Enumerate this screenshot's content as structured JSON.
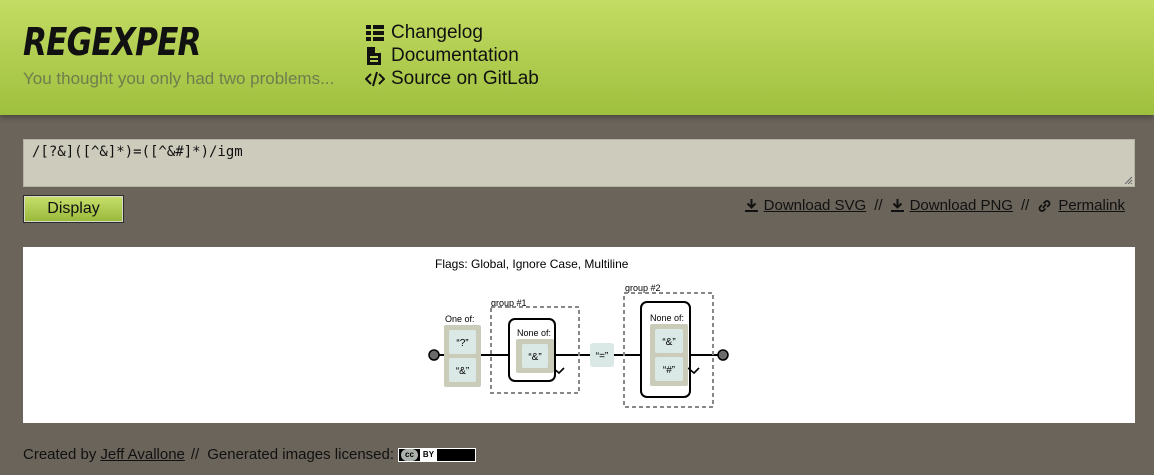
{
  "header": {
    "logo": "REGEXPER",
    "tagline": "You thought you only had two problems...",
    "nav": [
      {
        "label": "Changelog",
        "icon": "list-icon"
      },
      {
        "label": "Documentation",
        "icon": "document-icon"
      },
      {
        "label": "Source on GitLab",
        "icon": "code-icon"
      }
    ]
  },
  "input": {
    "value": "/[?&]([^&]*)=([^&#]*)/igm"
  },
  "toolbar": {
    "display_label": "Display",
    "download_svg": "Download SVG",
    "download_png": "Download PNG",
    "permalink": "Permalink",
    "separator": "//"
  },
  "diagram": {
    "flags": "Flags: Global, Ignore Case, Multiline",
    "one_of_label": "One of:",
    "one_of_items": [
      "“?”",
      "“&”"
    ],
    "group1_label": "group #1",
    "group1_none_of": "None of:",
    "group1_items": [
      "“&”"
    ],
    "literal": "“=”",
    "group2_label": "group #2",
    "group2_none_of": "None of:",
    "group2_items": [
      "“&”",
      "“#”"
    ]
  },
  "footer": {
    "created_by": "Created by",
    "author": "Jeff Avallone",
    "separator": "//",
    "license_text": "Generated images licensed:",
    "badge_cc": "cc",
    "badge_by": "BY"
  },
  "colors": {
    "header_top": "#c3dc63",
    "header_bottom": "#9fbf3e",
    "page_bg": "#6b645a",
    "input_bg": "#cccbbc",
    "charset_bg": "#cbcbba",
    "charset_item_bg": "#dae9e5"
  }
}
